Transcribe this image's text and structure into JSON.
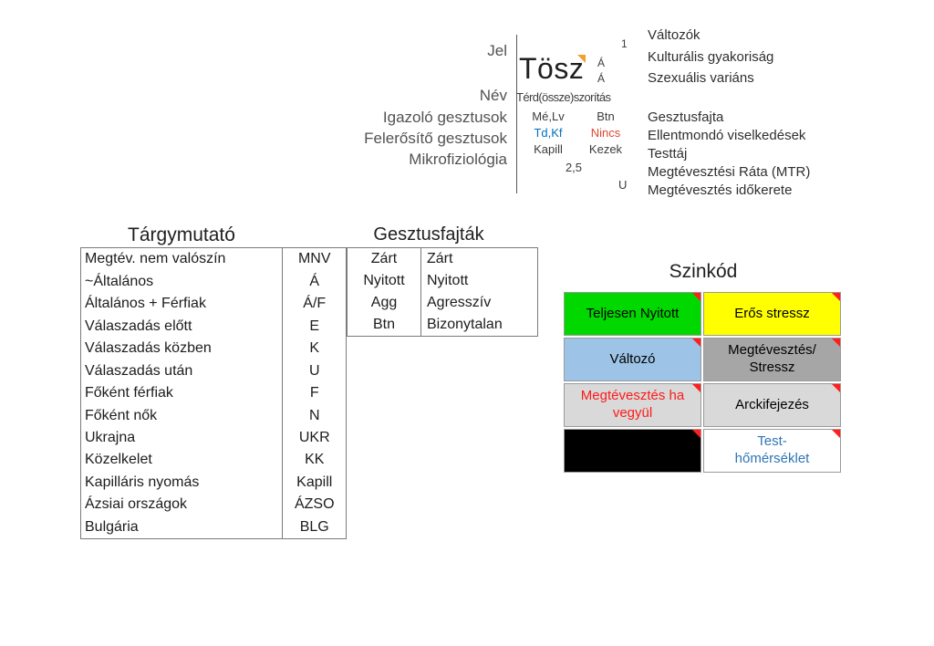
{
  "legend": {
    "left_labels": [
      "Jel",
      "Név",
      "Igazoló gesztusok",
      "Felerősítő gesztusok",
      "Mikrofiziológia"
    ],
    "right_labels": [
      "Változók",
      "Kulturális gyakoriság",
      "Szexuális variáns",
      "Gesztusfajta",
      "Ellentmondó viselkedések",
      "Testtáj",
      "Megtévesztési Ráta (MTR)",
      "Megtévesztés időkerete"
    ],
    "sample": {
      "sign": "Tösz",
      "variant_top": "Á",
      "variant_bottom": "Á",
      "frequency": "1",
      "name": "Térd(össze)szorítás",
      "confirming_left": "Mé,Lv",
      "confirming_right": "Btn",
      "amplifying_left": "Td,Kf",
      "amplifying_right": "Nincs",
      "micro_left": "Kapill",
      "micro_right": "Kezek",
      "mtr": "2,5",
      "timeframe": "U"
    }
  },
  "index_table": {
    "title": "Tárgymutató",
    "rows": [
      {
        "label": "Megtév. nem valószín",
        "code": "MNV"
      },
      {
        "label": "~Általános",
        "code": "Á"
      },
      {
        "label": "Általános + Férfiak",
        "code": "Á/F"
      },
      {
        "label": "Válaszadás előtt",
        "code": "E"
      },
      {
        "label": "Válaszadás közben",
        "code": "K"
      },
      {
        "label": "Válaszadás után",
        "code": "U"
      },
      {
        "label": "Főként férfiak",
        "code": "F"
      },
      {
        "label": "Főként nők",
        "code": "N"
      },
      {
        "label": "Ukrajna",
        "code": "UKR"
      },
      {
        "label": "Közelkelet",
        "code": "KK"
      },
      {
        "label": "Kapilláris nyomás",
        "code": "Kapill"
      },
      {
        "label": "Ázsiai országok",
        "code": "ÁZSO"
      },
      {
        "label": "Bulgária",
        "code": "BLG"
      }
    ]
  },
  "gesture_table": {
    "title": "Gesztusfajták",
    "rows": [
      {
        "abbr": "Zárt",
        "name": "Zárt"
      },
      {
        "abbr": "Nyitott",
        "name": "Nyitott"
      },
      {
        "abbr": "Agg",
        "name": "Agresszív"
      },
      {
        "abbr": "Btn",
        "name": "Bizonytalan"
      }
    ]
  },
  "color_code": {
    "title": "Szinkód",
    "cells": [
      {
        "label": "Teljesen Nyitott",
        "bg": "#00d800",
        "text_color": "#000000"
      },
      {
        "label": "Erős stressz",
        "bg": "#ffff00",
        "text_color": "#000000"
      },
      {
        "label": "Változó",
        "bg": "#9dc3e6",
        "text_color": "#000000"
      },
      {
        "label": "Megtévesztés/\nStressz",
        "bg": "#a6a6a6",
        "text_color": "#000000"
      },
      {
        "label": "Megtévesztés ha\nvegyül",
        "bg": "#d9d9d9",
        "text_color": "#ff1a1a"
      },
      {
        "label": "Arckifejezés",
        "bg": "#d9d9d9",
        "text_color": "#000000"
      },
      {
        "label": "",
        "bg": "#000000",
        "text_color": "#000000"
      },
      {
        "label": "Test-\nhőmérséklet",
        "bg": "#ffffff",
        "text_color": "#2e75b6"
      }
    ]
  },
  "colors": {
    "amplifying_blue": "#0070c0",
    "amplifying_red": "#e0452f",
    "comment_marker": "#ff1f1f",
    "sign_marker": "#f0a030"
  }
}
